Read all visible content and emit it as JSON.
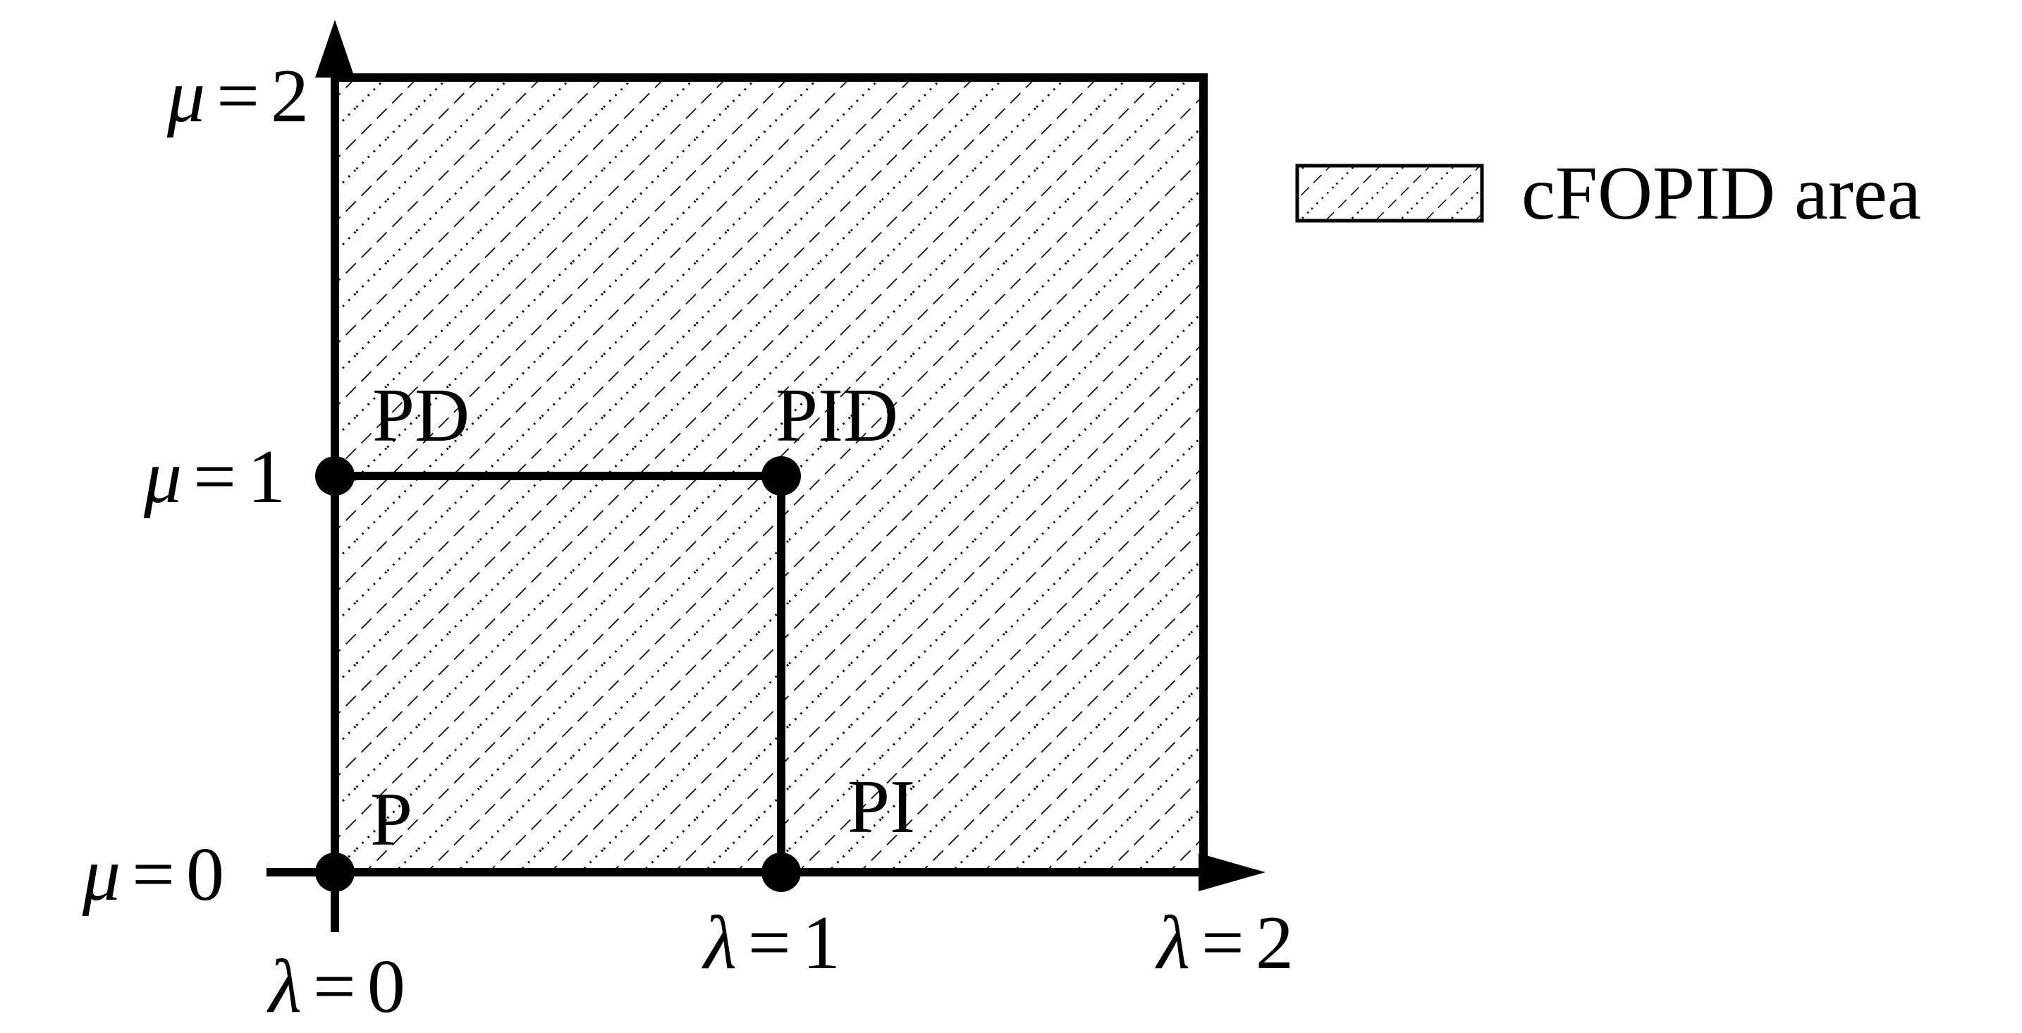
{
  "colors": {
    "ink": "#000000",
    "background": "#ffffff"
  },
  "axes": {
    "lambda_symbol": "λ",
    "mu_symbol": "μ",
    "x_ticks": [
      {
        "symbol": "λ",
        "equals": "=",
        "value": "0"
      },
      {
        "symbol": "λ",
        "equals": "=",
        "value": "1"
      },
      {
        "symbol": "λ",
        "equals": "=",
        "value": "2"
      }
    ],
    "y_ticks": [
      {
        "symbol": "μ",
        "equals": "=",
        "value": "0"
      },
      {
        "symbol": "μ",
        "equals": "=",
        "value": "1"
      },
      {
        "symbol": "μ",
        "equals": "=",
        "value": "2"
      }
    ]
  },
  "points": [
    {
      "label": "P",
      "lambda": 0,
      "mu": 0
    },
    {
      "label": "PI",
      "lambda": 1,
      "mu": 0
    },
    {
      "label": "PD",
      "lambda": 0,
      "mu": 1
    },
    {
      "label": "PID",
      "lambda": 1,
      "mu": 1
    }
  ],
  "legend": {
    "label": "cFOPID area"
  }
}
